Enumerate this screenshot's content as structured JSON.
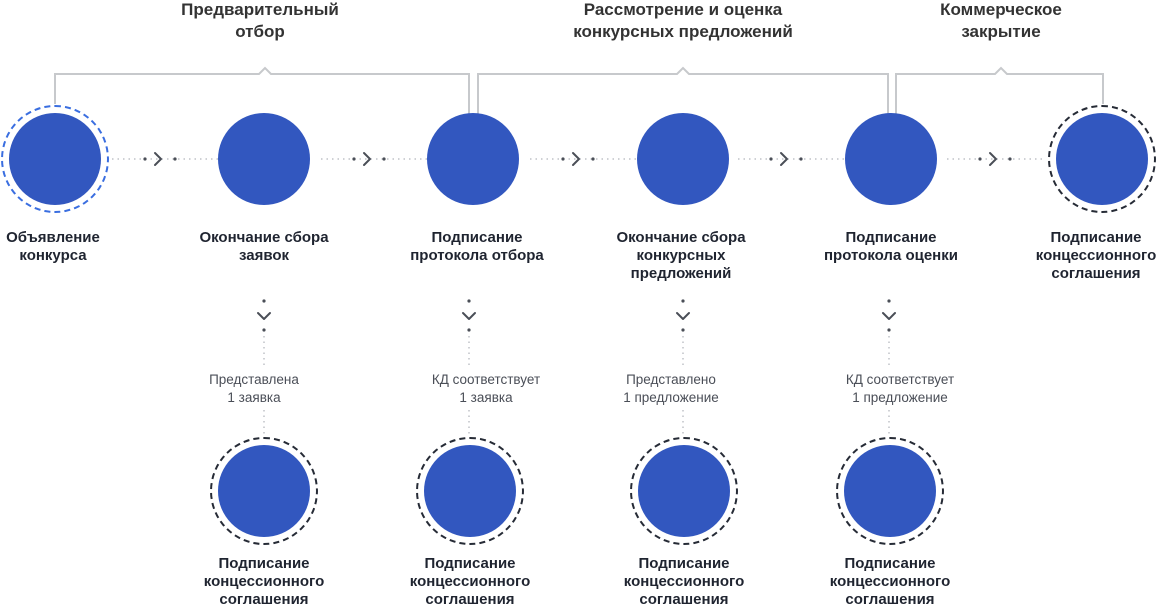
{
  "phases": [
    {
      "title": "Предварительный\nотбор"
    },
    {
      "title": "Рассмотрение и оценка\nконкурсных предложений"
    },
    {
      "title": "Коммерческое\nзакрытие"
    }
  ],
  "stages": [
    {
      "label": "Объявление\nконкурса"
    },
    {
      "label": "Окончание сбора\nзаявок"
    },
    {
      "label": "Подписание\nпротокола отбора"
    },
    {
      "label": "Окончание сбора\nконкурсных\nпредложений"
    },
    {
      "label": "Подписание\nпротокола оценки"
    },
    {
      "label": "Подписание\nконцессионного\nсоглашения"
    }
  ],
  "branches": [
    {
      "condition": "Представлена\n1 заявка",
      "outcome": "Подписание\nконцессионного\nсоглашения"
    },
    {
      "condition": "КД соответствует\n1 заявка",
      "outcome": "Подписание\nконцессионного\nсоглашения"
    },
    {
      "condition": "Представлено\n1 предложение",
      "outcome": "Подписание\nконцессионного\nсоглашения"
    },
    {
      "condition": "КД соответствует\n1 предложение",
      "outcome": "Подписание\nконцессионного\nсоглашения"
    }
  ],
  "colors": {
    "node_fill": "#3257bf",
    "ring_dark": "#262b36",
    "ring_blue": "#3a6ee0",
    "bracket_line": "#c7c9cc",
    "connector": "#4a4e57"
  }
}
